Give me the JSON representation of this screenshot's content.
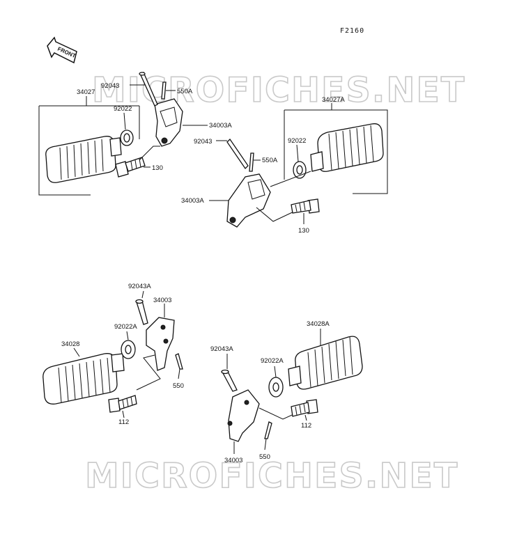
{
  "figure_code": "F2160",
  "direction_label": "FRONT",
  "watermark": "MICROFICHES.NET",
  "part_labels": {
    "p92043_top": "92043",
    "p550a_top": "550A",
    "p34027": "34027",
    "p92022_left": "92022",
    "p34003a_upper": "34003A",
    "p130_left": "130",
    "p34027a": "34027A",
    "p92043_right": "92043",
    "p550a_right": "550A",
    "p92022_right": "92022",
    "p34003a_lower": "34003A",
    "p130_right": "130",
    "p92043a_left": "92043A",
    "p34003_left": "34003",
    "p92022a_left": "92022A",
    "p34028": "34028",
    "p550_left": "550",
    "p112_left": "112",
    "p92043a_right": "92043A",
    "p92022a_right": "92022A",
    "p34028a": "34028A",
    "p112_right": "112",
    "p34003_right": "34003",
    "p550_right": "550"
  },
  "colors": {
    "ink": "#111111",
    "watermark": "#c9c9c9",
    "background": "#ffffff"
  }
}
